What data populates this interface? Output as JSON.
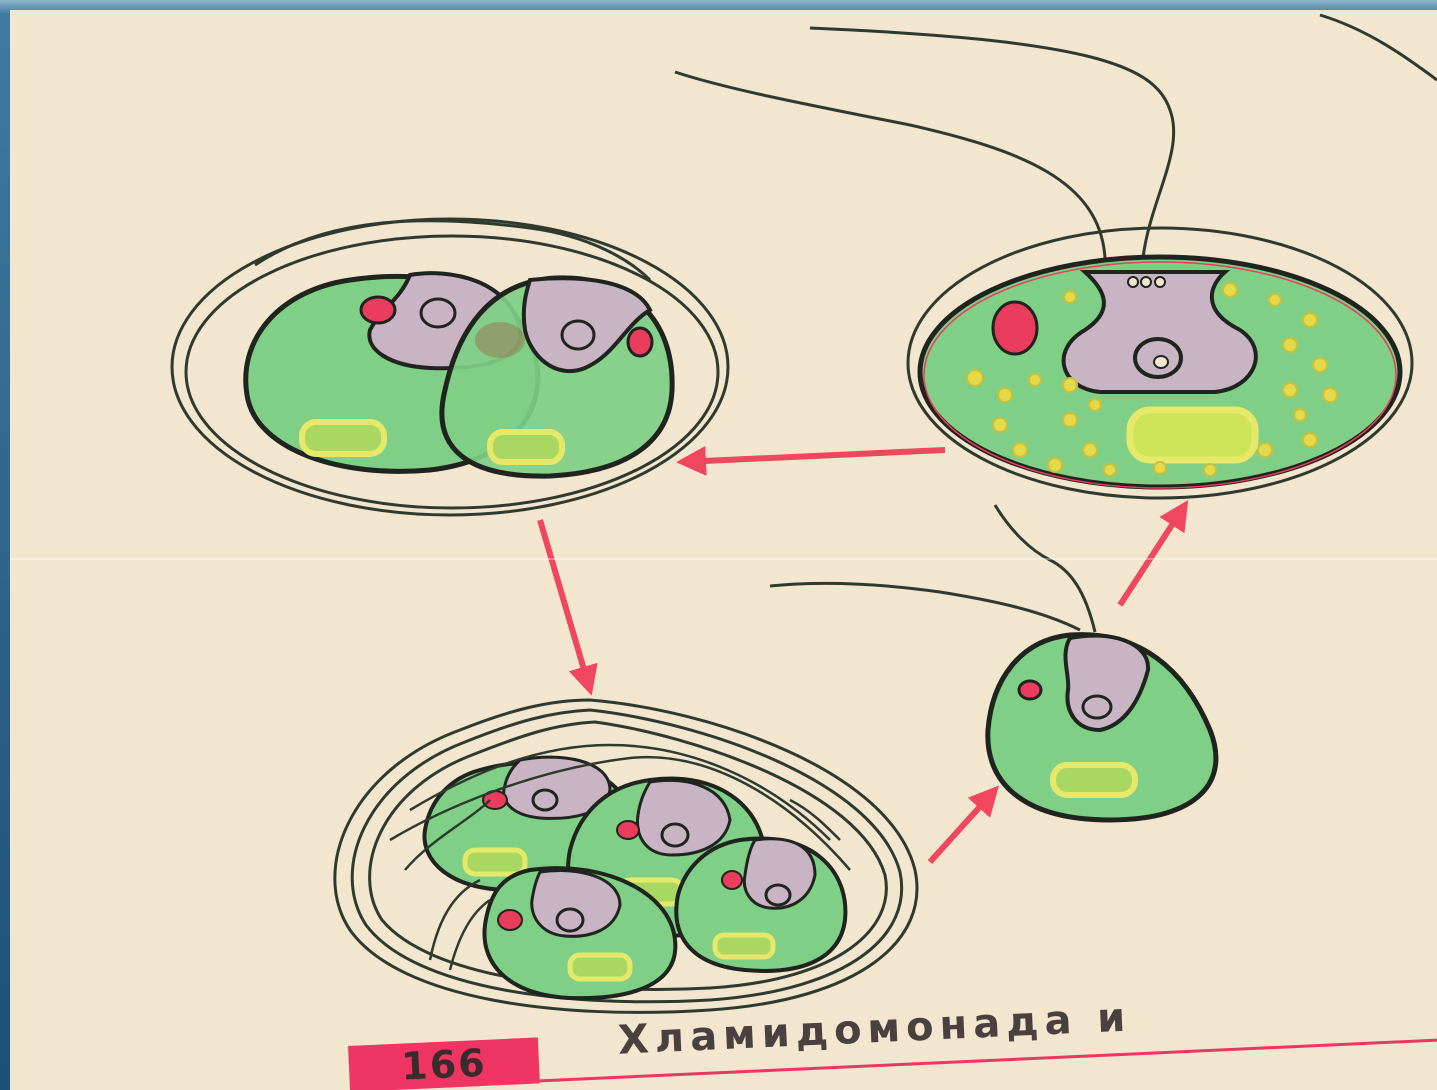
{
  "caption": {
    "page_number": "166",
    "title": "Хламидомонада и"
  },
  "colors": {
    "paper": "#f3e6cf",
    "cytoplasm": "#7fcf86",
    "nucleus_region": "#c9b4c4",
    "eyespot": "#ea3c5c",
    "pyrenoid": "#e6e86a",
    "outline": "#2f3a2f",
    "arrow": "#f0475f"
  },
  "stages": [
    {
      "name": "adult-cell"
    },
    {
      "name": "fusion-zygote"
    },
    {
      "name": "division-cyst"
    },
    {
      "name": "young-cell"
    }
  ]
}
